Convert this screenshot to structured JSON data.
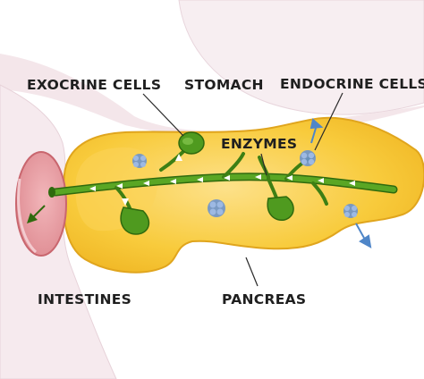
{
  "labels": {
    "exocrine_cells": "EXOCRINE CELLS",
    "stomach": "STOMACH",
    "endocrine_cells": "ENDOCRINE CELLS",
    "enzymes": "ENZYMES",
    "intestines": "INTESTINES",
    "pancreas": "PANCREAS"
  },
  "colors": {
    "stomach_fill": "#f6ecef",
    "stomach_outline": "#e7d2d9",
    "pancreas_fill": "#f5c02b",
    "pancreas_inner": "#fbd96a",
    "pancreas_outline": "#e0a51d",
    "duct_green": "#4f9a1f",
    "duct_dark": "#2f6a0e",
    "intestine_fill": "#e69aa0",
    "intestine_rim": "#d06c73",
    "endocrine_blue": "#5b86c5",
    "arrow_blue": "#4f86c8"
  }
}
